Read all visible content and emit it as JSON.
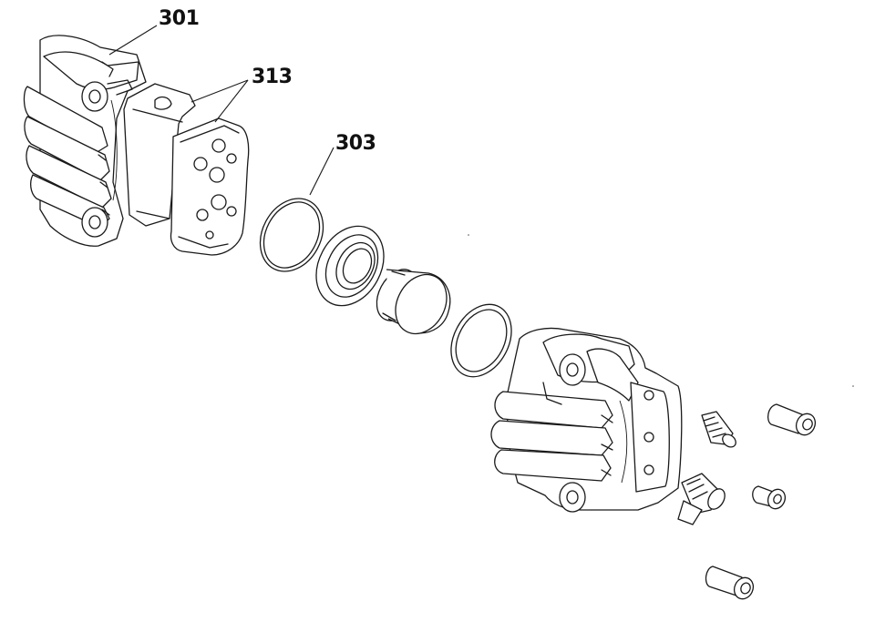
{
  "callouts": [
    {
      "id": "c301",
      "text": "301"
    },
    {
      "id": "c313",
      "text": "313"
    },
    {
      "id": "c303",
      "text": "303"
    }
  ]
}
